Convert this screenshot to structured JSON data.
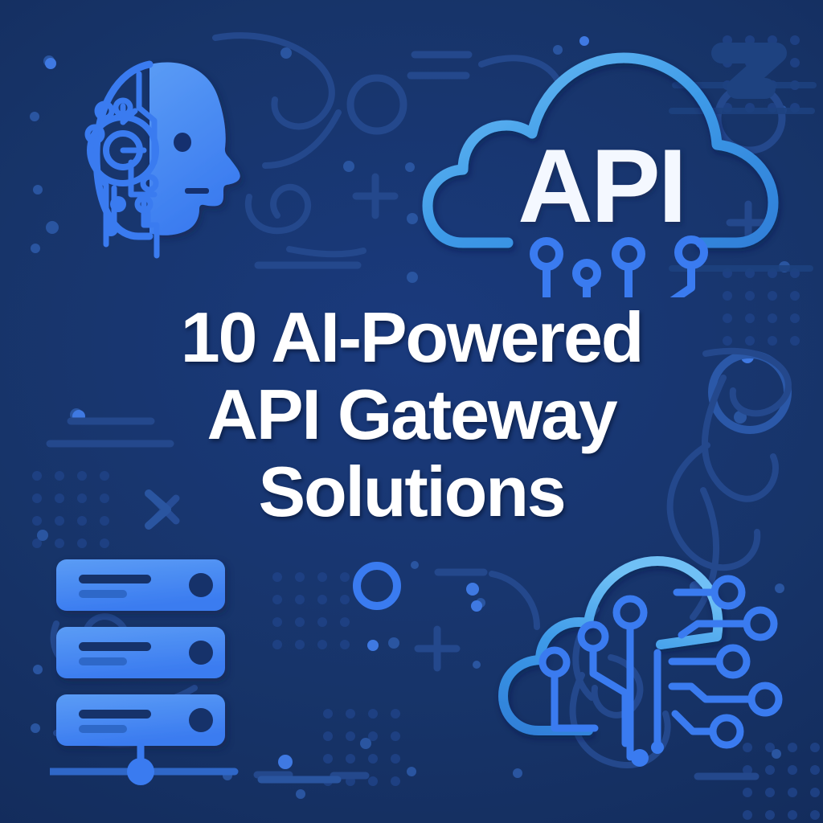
{
  "poster": {
    "background_color": "#173469",
    "accent_color": "#3a7bf0",
    "accent_light_color": "#5b9cf5",
    "cloud_stroke_color": "#3d9ae8",
    "text_color": "#ffffff",
    "deco_color": "#1e407f"
  },
  "title": {
    "full": "10 AI-Powered API Gateway Solutions",
    "line1": "10 AI-Powered",
    "line2": "API Gateway",
    "line3": "Solutions"
  },
  "icons": {
    "ai_head": {
      "name": "ai-head-icon",
      "description": "AI head profile with circuit brain"
    },
    "api_cloud": {
      "name": "api-cloud-icon",
      "label": "API",
      "description": "Cloud outline containing API text with circuit nodes"
    },
    "server_stack": {
      "name": "server-stack-icon",
      "description": "Three stacked server racks connected to a node",
      "rack_count": 3
    },
    "circuit_cloud": {
      "name": "circuit-cloud-icon",
      "description": "Cloud outline with circuit traces and connector nodes",
      "node_count": 9
    }
  },
  "decorations": {
    "dot_grids": 5,
    "spirals": 4,
    "rings": 3,
    "plus_marks": 2,
    "dash_lines": 6
  }
}
